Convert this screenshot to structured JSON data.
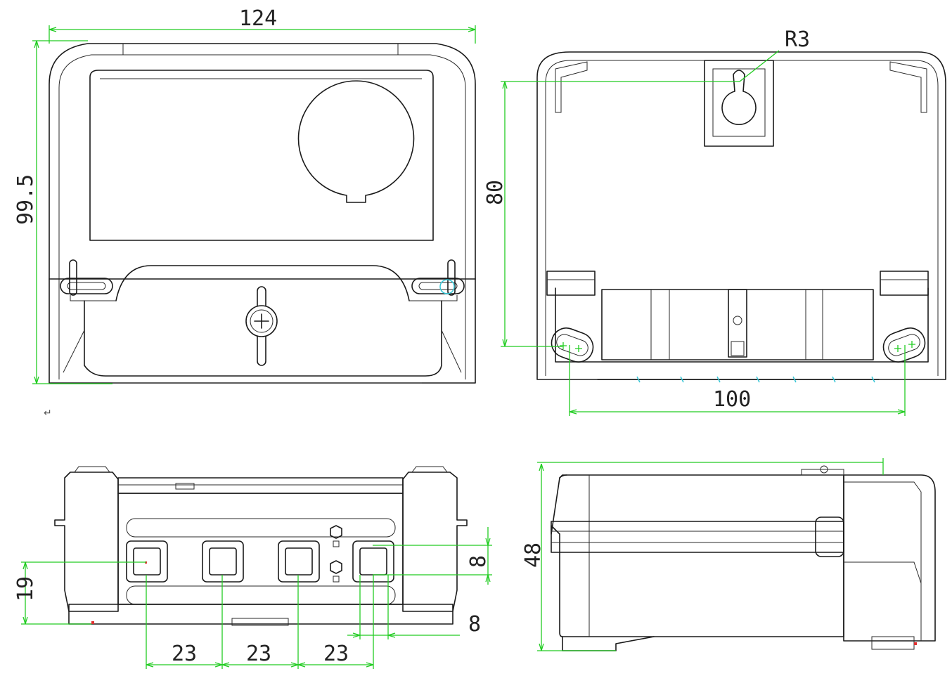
{
  "colors": {
    "dimension_line": "#22cc22",
    "outline": "#1a1a1a",
    "accent_cyan": "#36c6d6",
    "marker_red": "#e03030"
  },
  "views": {
    "front": {
      "width_dim": "124",
      "height_dim": "99.5"
    },
    "back": {
      "radius_dim": "R3",
      "hole_height_dim": "80",
      "mount_spacing_dim": "100"
    },
    "bottom": {
      "terminal_height_dim": "19",
      "terminal_pitch_dims": [
        "23",
        "23",
        "23"
      ],
      "terminal_size_v_dim": "8",
      "terminal_size_h_dim": "8"
    },
    "side": {
      "depth_dim": "48"
    }
  },
  "markers": {
    "return_mark": "↵"
  }
}
